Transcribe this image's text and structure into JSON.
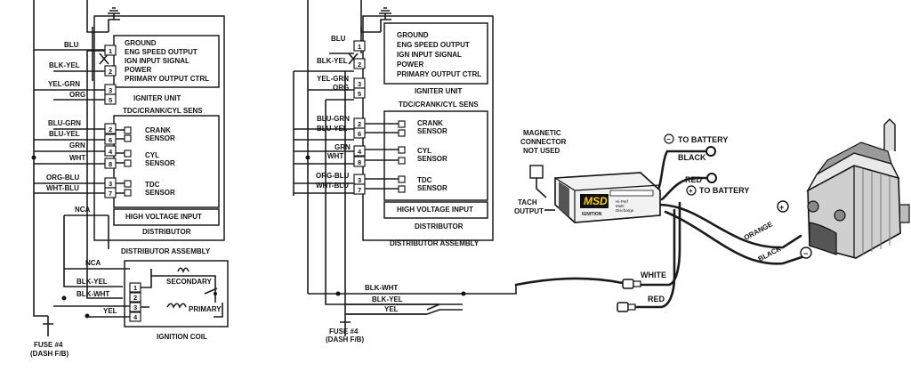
{
  "left_diagram": {
    "wire_labels": [
      "BLU",
      "BLK-YEL",
      "YEL-GRN",
      "ORG",
      "BLU-GRN",
      "BLU-YEL",
      "GRN",
      "WHT",
      "ORG-BLU",
      "WHT-BLU",
      "NCA"
    ],
    "pins_igniter": [
      "1",
      "2",
      "3",
      "5"
    ],
    "pins_sensors": [
      "2",
      "6",
      "4",
      "8",
      "3",
      "7"
    ],
    "igniter_signals": [
      "GROUND",
      "ENG SPEED OUTPUT",
      "IGN INPUT SIGNAL",
      "POWER",
      "PRIMARY OUTPUT CTRL"
    ],
    "igniter_title": "IGNITER UNIT",
    "sens_title": "TDC/CRANK/CYL SENS",
    "sensors": [
      [
        "CRANK",
        "SENSOR"
      ],
      [
        "CYL",
        "SENSOR"
      ],
      [
        "TDC",
        "SENSOR"
      ]
    ],
    "hv_input": "HIGH VOLTAGE INPUT",
    "distributor": "DISTRIBUTOR",
    "distributor_assembly": "DISTRIBUTOR ASSEMBLY",
    "coil_wires": [
      "NCA",
      "BLK-YEL",
      "BLK-WHT",
      "YEL"
    ],
    "coil_pins": [
      "1",
      "2",
      "3",
      "4"
    ],
    "secondary": "SECONDARY",
    "primary": "PRIMARY",
    "ignition_coil": "IGNITION COIL",
    "fuse": [
      "FUSE #4",
      "(DASH F/B)"
    ]
  },
  "right_diagram": {
    "wire_labels": [
      "BLU",
      "BLK-YEL",
      "YEL-GRN",
      "ORG",
      "BLU-GRN",
      "BLU-YEL",
      "GRN",
      "WHT",
      "ORG-BLU",
      "WHT-BLU"
    ],
    "pins_igniter": [
      "1",
      "2",
      "3",
      "5"
    ],
    "pins_sensors": [
      "2",
      "6",
      "4",
      "8",
      "3",
      "7"
    ],
    "igniter_signals": [
      "GROUND",
      "ENG SPEED OUTPUT",
      "IGN INPUT SIGNAL",
      "POWER",
      "PRIMARY OUTPUT CTRL"
    ],
    "igniter_title": "IGNITER UNIT",
    "sens_title": "TDC/CRANK/CYL SENS",
    "sensors": [
      [
        "CRANK",
        "SENSOR"
      ],
      [
        "CYL",
        "SENSOR"
      ],
      [
        "TDC",
        "SENSOR"
      ]
    ],
    "hv_input": "HIGH VOLTAGE INPUT",
    "distributor": "DISTRIBUTOR",
    "distributor_assembly": "DISTRIBUTOR ASSEMBLY",
    "bottom_wires": [
      "BLK-WHT",
      "BLK-YEL",
      "YEL"
    ],
    "fuse": [
      "FUSE #4",
      "(DASH F/B)"
    ]
  },
  "msd": {
    "magnetic_connector": [
      "MAGNETIC",
      "CONNECTOR",
      "NOT USED"
    ],
    "tach_output": [
      "TACH",
      "OUTPUT"
    ],
    "logo": "MSD",
    "logo_sub": "IGNITION",
    "box_text": [
      "Hi-Perf",
      "Multi",
      "Discharge"
    ],
    "to_battery_neg": "TO BATTERY",
    "black_top": "BLACK",
    "red_top": "RED",
    "to_battery_pos": "TO BATTERY",
    "white": "WHITE",
    "red_bottom": "RED",
    "orange": "ORANGE",
    "black_coil": "BLACK",
    "minus": "−",
    "plus": "+"
  }
}
